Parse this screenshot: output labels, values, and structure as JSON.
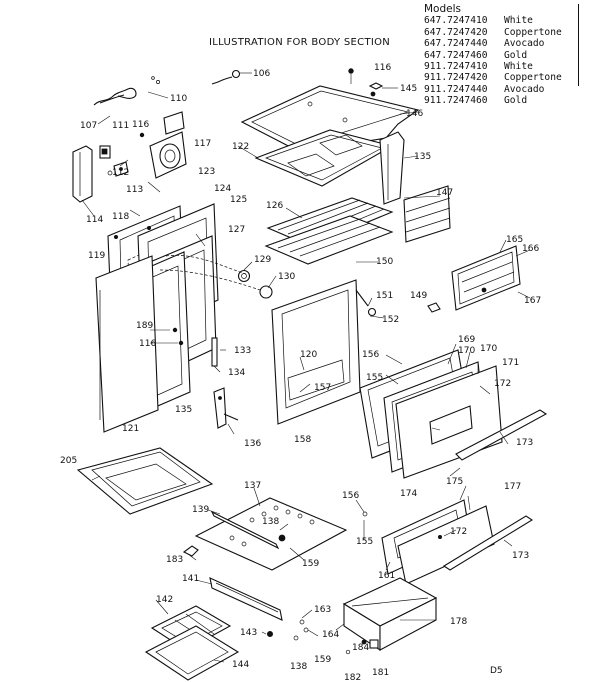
{
  "title": "ILLUSTRATION FOR BODY SECTION",
  "models": {
    "header": "Models",
    "rows": [
      {
        "number": "647.7247410",
        "color": "White"
      },
      {
        "number": "647.7247420",
        "color": "Coppertone"
      },
      {
        "number": "647.7247440",
        "color": "Avocado"
      },
      {
        "number": "647.7247460",
        "color": "Gold"
      },
      {
        "number": "911.7247410",
        "color": "White"
      },
      {
        "number": "911.7247420",
        "color": "Coppertone"
      },
      {
        "number": "911.7247440",
        "color": "Avocado"
      },
      {
        "number": "911.7247460",
        "color": "Gold"
      }
    ]
  },
  "sheet_code": "D5",
  "part_labels": {
    "p106": "106",
    "p107": "107",
    "p110": "110",
    "p111": "111",
    "p112": "112",
    "p113": "113",
    "p114": "114",
    "p116a": "116",
    "p116b": "116",
    "p116c": "116",
    "p117": "117",
    "p118": "118",
    "p119": "119",
    "p120": "120",
    "p121": "121",
    "p122": "122",
    "p123": "123",
    "p124": "124",
    "p125": "125",
    "p126": "126",
    "p127": "127",
    "p129": "129",
    "p130": "130",
    "p133": "133",
    "p134": "134",
    "p135a": "135",
    "p135b": "135",
    "p136": "136",
    "p137": "137",
    "p138a": "138",
    "p138b": "138",
    "p139": "139",
    "p141": "141",
    "p142": "142",
    "p143": "143",
    "p144": "144",
    "p145": "145",
    "p146": "146",
    "p147": "147",
    "p149": "149",
    "p150": "150",
    "p151": "151",
    "p152": "152",
    "p155a": "155",
    "p155b": "155",
    "p156a": "156",
    "p156b": "156",
    "p157": "157",
    "p158": "158",
    "p159a": "159",
    "p159b": "159",
    "p161": "161",
    "p163": "163",
    "p164": "164",
    "p165": "165",
    "p166": "166",
    "p167": "167",
    "p169": "169",
    "p170a": "170",
    "p170b": "170",
    "p171": "171",
    "p172a": "172",
    "p172b": "172",
    "p173a": "173",
    "p173b": "173",
    "p174": "174",
    "p175": "175",
    "p177": "177",
    "p178": "178",
    "p181": "181",
    "p182": "182",
    "p183": "183",
    "p184": "184",
    "p189": "189",
    "p205": "205"
  }
}
